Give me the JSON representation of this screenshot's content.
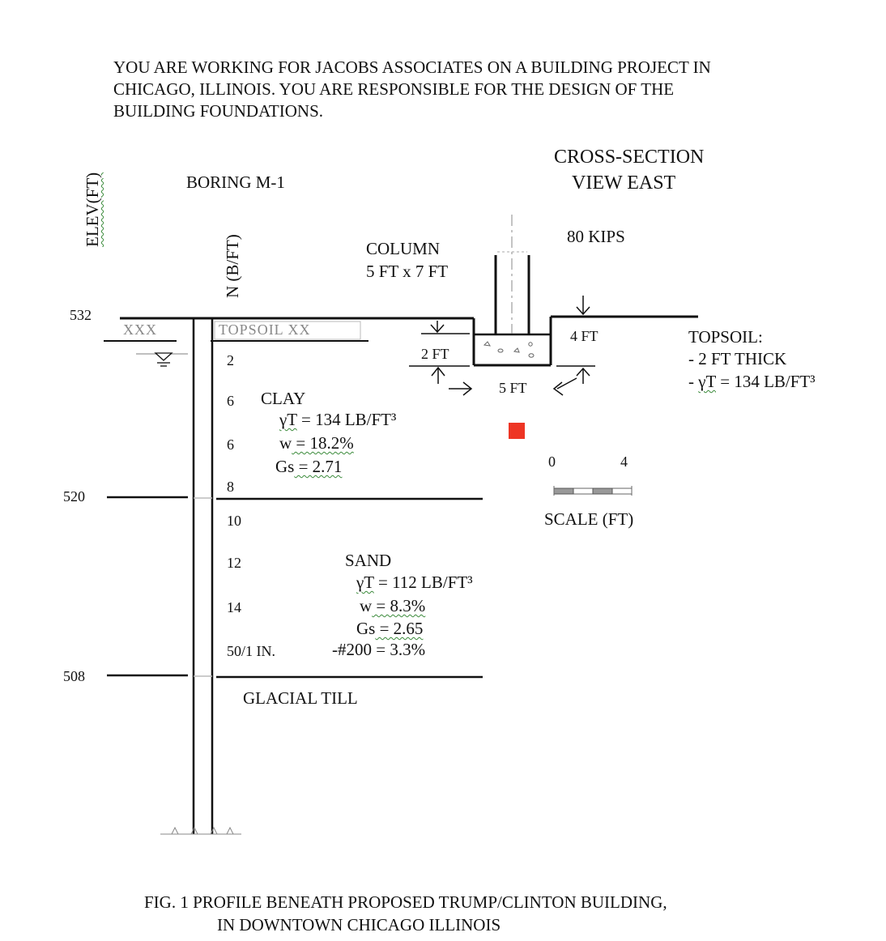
{
  "intro_lines": [
    "YOU ARE WORKING FOR JACOBS ASSOCIATES ON A BUILDING PROJECT IN",
    "CHICAGO, ILLINOIS.  YOU ARE RESPONSIBLE FOR THE DESIGN OF THE",
    "BUILDING FOUNDATIONS."
  ],
  "elev_axis_label": "ELEV(FT)",
  "n_axis_label": "N (B/FT)",
  "boring_label": "BORING M-1",
  "elevations": [
    "532",
    "520",
    "508"
  ],
  "spt_values": [
    "2",
    "6",
    "6",
    "8",
    "10",
    "12",
    "14",
    "50/1 IN."
  ],
  "topsoil_log_text": "TOPSOIL XX",
  "hatch_text": "XXX",
  "clay": {
    "name": "CLAY",
    "gamma_symbol": "γT",
    "gamma_value": " = 134 LB/FT³",
    "w_symbol": "w",
    "w_value": " = 18.2%",
    "gs_symbol": "Gs",
    "gs_value": " = 2.71"
  },
  "sand": {
    "name": "SAND",
    "gamma_symbol": "γT",
    "gamma_value": " = 112 LB/FT³",
    "w_symbol": "w",
    "w_value": " = 8.3%",
    "gs_symbol": "Gs",
    "gs_value": " = 2.65",
    "fines": "-#200 = 3.3%"
  },
  "glacial_till": "GLACIAL TILL",
  "cross_section": [
    "CROSS-SECTION",
    "VIEW EAST"
  ],
  "load": "80 KIPS",
  "column": [
    "COLUMN",
    "5 FT x 7 FT"
  ],
  "dim_2ft": "2 FT",
  "dim_4ft": "4 FT",
  "dim_5ft": "5 FT",
  "topsoil_note": {
    "title": "TOPSOIL:",
    "thickness": "- 2 FT THICK",
    "gamma_prefix": "- ",
    "gamma_symbol": "γT",
    "gamma_value": " = 134 LB/FT³"
  },
  "scale": {
    "zero": "0",
    "four": "4",
    "label": "SCALE (FT)"
  },
  "caption": [
    "FIG. 1  PROFILE BENEATH PROPOSED TRUMP/CLINTON BUILDING,",
    "IN DOWNTOWN CHICAGO ILLINOIS"
  ],
  "colors": {
    "ink": "#111111",
    "marker": "#ee3524",
    "squiggle": "#3a8a3a"
  }
}
